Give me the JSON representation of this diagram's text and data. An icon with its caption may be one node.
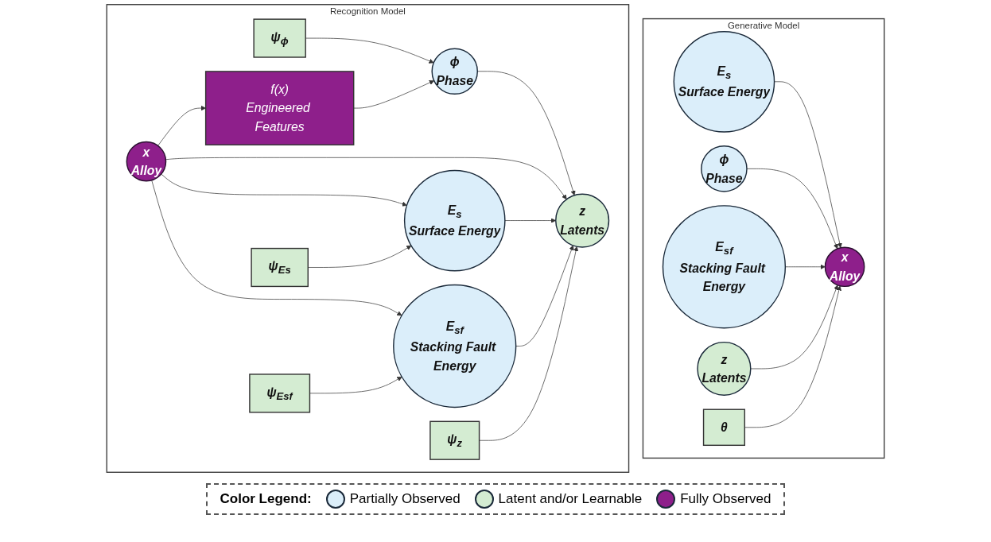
{
  "diagram": {
    "nodes": [
      {
        "text": [
          "Generative Model"
        ]
      },
      {
        "text": [
          "E$_{s}$",
          "Surface Energy"
        ],
        "in": 0
      },
      {
        "text": [
          "ϕ",
          "Phase"
        ],
        "in": 0
      },
      {
        "text": [
          "E$_{sf}$",
          "Stacking Fault Energy"
        ],
        "in": 0
      },
      {
        "text": [
          "z",
          "Latents"
        ],
        "in": 0
      },
      {
        "text": [
          "θ"
        ],
        "in": 0
      },
      {
        "text": [
          "x",
          "Alloy"
        ],
        "in": 0
      },
      {
        "text": [
          "Recognition Model"
        ]
      },
      {
        "text": [
          "ψ$_{ϕ}$"
        ],
        "in": 7
      },
      {
        "text": [
          "ϕ",
          "Phase"
        ],
        "in": 7
      },
      {
        "text": [
          "f(x)",
          "Engineered Features"
        ],
        "in": 7
      },
      {
        "text": [
          "x",
          "Alloy"
        ],
        "in": 7
      },
      {
        "text": [
          "z",
          "Latents"
        ],
        "in": 7
      },
      {
        "text": [
          "E$_{s}$",
          "Surface Energy"
        ],
        "in": 7
      },
      {
        "text": [
          "ψ$_{Es}$"
        ],
        "in": 7
      },
      {
        "text": [
          "ψ$_{Esf}$"
        ],
        "in": 7
      },
      {
        "text": [
          "E$_{sf}$",
          "Stacking Fault Energy"
        ],
        "in": 7
      },
      {
        "text": [
          "ψ$_{z}$"
        ],
        "in": 7
      }
    ],
    "edges": [
      {
        "from": 1,
        "to": 6,
        "arrow": "to"
      },
      {
        "from": 2,
        "to": 6,
        "arrow": "to"
      },
      {
        "from": 3,
        "to": 6,
        "arrow": "to"
      },
      {
        "from": 4,
        "to": 6,
        "arrow": "to"
      },
      {
        "from": 5,
        "to": 6,
        "arrow": "to"
      },
      {
        "from": 8,
        "to": 9,
        "arrow": "to"
      },
      {
        "from": 10,
        "to": 9,
        "arrow": "to"
      },
      {
        "from": 11,
        "to": 10,
        "arrow": "to"
      },
      {
        "from": 9,
        "to": 12,
        "arrow": "to"
      },
      {
        "from": 11,
        "to": 12,
        "arrow": "to"
      },
      {
        "from": 11,
        "to": 13,
        "arrow": "to"
      },
      {
        "from": 11,
        "to": 16,
        "arrow": "to"
      },
      {
        "from": 14,
        "to": 13,
        "arrow": "to"
      },
      {
        "from": 15,
        "to": 16,
        "arrow": "to"
      },
      {
        "from": 13,
        "to": 12,
        "arrow": "to"
      },
      {
        "from": 16,
        "to": 12,
        "arrow": "to"
      },
      {
        "from": 17,
        "to": 12,
        "arrow": "to"
      }
    ],
    "labels": [
      "Color Legend:"
    ],
    "legend": [
      {
        "text": "Partially Observed",
        "color": "#dbeefa"
      },
      {
        "text": "Latent and/or Learnable",
        "color": "#d4ecd2"
      },
      {
        "text": "Fully Observed",
        "color": "#8e1f8b"
      }
    ]
  }
}
